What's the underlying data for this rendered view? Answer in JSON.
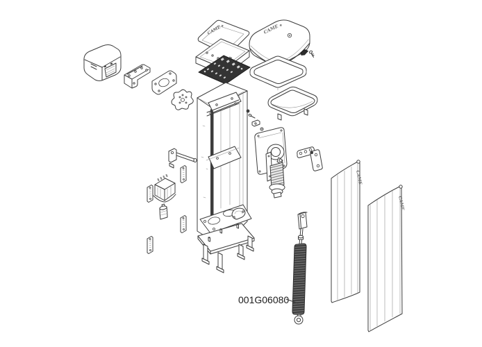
{
  "diagram": {
    "background_color": "#ffffff",
    "line_color": "#3c3c3c",
    "spring_fill_color": "#4b4b4b",
    "brand": "CAME",
    "callout": {
      "part_number": "001G06080"
    },
    "parts": [
      "arm-cover-cap",
      "support-bracket",
      "flange-plate",
      "cross-gasket",
      "control-board-lid",
      "control-board-box",
      "circuit-board",
      "head-cover",
      "head-cover-wedge",
      "head-cover-screw",
      "head-gasket",
      "tube-frame",
      "cabinet-column",
      "door-seal-strip",
      "base-anchor-plate",
      "anchor-legs",
      "release-lever",
      "label-plate",
      "transformer",
      "capacitor",
      "mounting-fasteners",
      "motor-gearbox",
      "motor-cylinder",
      "rocker-bracket",
      "balance-spring",
      "spring-clevis",
      "spring-eye",
      "side-panel-rear",
      "side-panel-front"
    ]
  }
}
